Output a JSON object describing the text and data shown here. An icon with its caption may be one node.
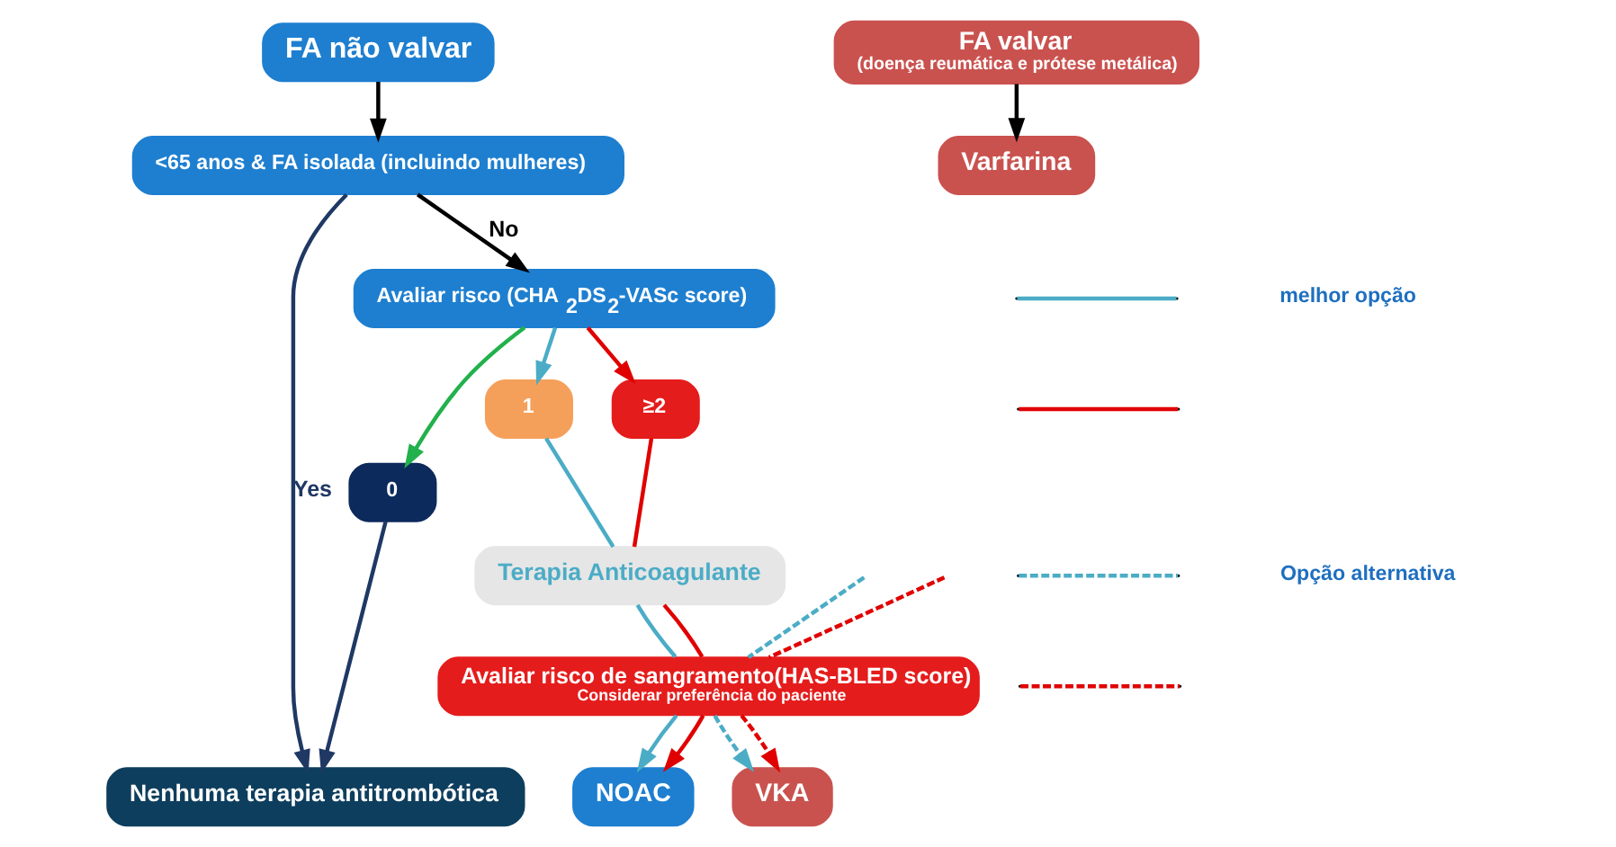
{
  "diagram": {
    "nodes": [
      {
        "text": [
          "FA não valvar"
        ]
      },
      {
        "text": [
          "<65 anos & FA isolada (incluindo mulheres)"
        ]
      },
      {
        "text": [
          "Avaliar risco (CHA$_{2}$DS$_{2}$-VASc score)"
        ]
      },
      {
        "text": [
          "0"
        ]
      },
      {
        "text": [
          "1"
        ]
      },
      {
        "text": [
          "≥2"
        ]
      },
      {
        "text": [
          "Terapia Anticoagulante"
        ]
      },
      {
        "text": [
          "Avaliar risco de sangramento(HAS-BLED score)",
          "Considerar preferência do paciente"
        ]
      },
      {
        "text": [
          "NOAC"
        ]
      },
      {
        "text": [
          "VKA"
        ]
      },
      {
        "text": [
          "Nenhuma terapia antitrombótica"
        ]
      },
      {
        "text": [
          "FA valvar",
          "(doença reumática e prótese metálica)"
        ]
      },
      {
        "text": [
          "Varfarina"
        ]
      }
    ],
    "edges": [
      {
        "from": 0,
        "to": 1,
        "arrow": "to",
        "color": "#000000"
      },
      {
        "from": 1,
        "to": 2,
        "arrow": "to",
        "label": "No",
        "color": "#000000"
      },
      {
        "from": 1,
        "to": 10,
        "arrow": "to",
        "label": "Yes",
        "color": "#1f3864"
      },
      {
        "from": 3,
        "to": 10,
        "arrow": "to",
        "color": "#1f3864"
      },
      {
        "from": 2,
        "to": 3,
        "arrow": "to",
        "color": "#22b14c"
      },
      {
        "from": 2,
        "to": 4,
        "arrow": "to",
        "color": "#4bacc6"
      },
      {
        "from": 2,
        "to": 5,
        "arrow": "to",
        "color": "#e00000"
      },
      {
        "from": 4,
        "to": 6,
        "arrow": "none",
        "color": "#4bacc6"
      },
      {
        "from": 5,
        "to": 6,
        "arrow": "none",
        "color": "#e00000"
      },
      {
        "from": 6,
        "to": 7,
        "arrow": "none",
        "color": "#4bacc6"
      },
      {
        "from": 6,
        "to": 7,
        "arrow": "none",
        "color": "#e00000"
      },
      {
        "from": null,
        "to": 7,
        "arrow": "none",
        "style": "dashed",
        "color": "#e00000"
      },
      {
        "from": null,
        "to": 7,
        "arrow": "none",
        "style": "dashed",
        "color": "#4bacc6"
      },
      {
        "from": 7,
        "to": 8,
        "arrow": "to",
        "color": "#4bacc6"
      },
      {
        "from": 7,
        "to": 8,
        "arrow": "to",
        "color": "#e00000"
      },
      {
        "from": 7,
        "to": 9,
        "arrow": "to",
        "style": "dashed",
        "color": "#4bacc6"
      },
      {
        "from": 7,
        "to": 9,
        "arrow": "to",
        "style": "dashed",
        "color": "#e00000"
      },
      {
        "from": 11,
        "to": 12,
        "arrow": "to",
        "color": "#000000"
      }
    ],
    "legend": [
      {
        "text": "melhor opção"
      },
      {
        "text": "Opção alternativa"
      }
    ]
  }
}
